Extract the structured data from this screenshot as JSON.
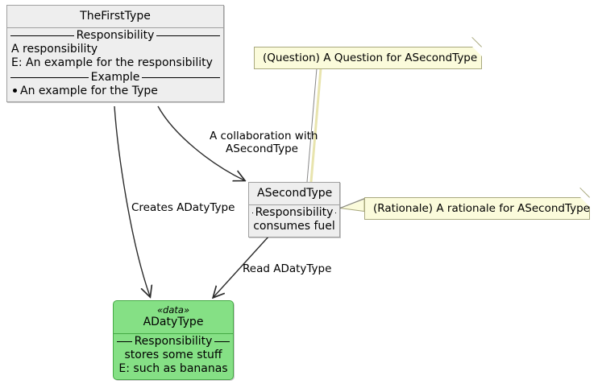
{
  "diagram": {
    "type": "uml-class-diagram",
    "background": "#FFFFFF",
    "colors": {
      "class_fill": "#EEEEEE",
      "class_border": "#A0A0A0",
      "data_class_fill": "#85E085",
      "data_class_border": "#44AA44",
      "note_fill": "#FBFBDB",
      "note_border": "#A9A97E",
      "edge": "#2B2B2B",
      "text": "#000000"
    }
  },
  "classes": [
    {
      "id": "first-type",
      "name": "TheFirstType",
      "stereotype": "",
      "sections": [
        {
          "title": "Responsibility",
          "lines": [
            {
              "text": "A responsibility",
              "bullet": false
            },
            {
              "text": "E: An example for the responsibility",
              "bullet": false
            }
          ]
        },
        {
          "title": "Example",
          "lines": [
            {
              "text": "An example for the Type",
              "bullet": true
            }
          ]
        }
      ]
    },
    {
      "id": "second-type",
      "name": "ASecondType",
      "stereotype": "",
      "sections": [
        {
          "title": "Responsibility",
          "lines": [
            {
              "text": "consumes fuel",
              "bullet": false
            }
          ]
        }
      ]
    },
    {
      "id": "daty-type",
      "name": "ADatyType",
      "stereotype": "«data»",
      "sections": [
        {
          "title": "Responsibility",
          "lines": [
            {
              "text": "stores some stuff",
              "bullet": false
            },
            {
              "text": "E: such as bananas",
              "bullet": false
            }
          ]
        }
      ]
    }
  ],
  "notes": [
    {
      "id": "question-note",
      "text": "(Question) A Question for ASecondType",
      "attached_to": "ASecondType"
    },
    {
      "id": "rationale-note",
      "text": "(Rationale) A rationale for ASecondType",
      "attached_to": "ASecondType"
    }
  ],
  "edges": [
    {
      "id": "collaboration-edge",
      "from": "TheFirstType",
      "to": "ASecondType",
      "label_line1": "A collaboration with",
      "label_line2": "ASecondType",
      "arrow": "open"
    },
    {
      "id": "creates-edge",
      "from": "TheFirstType",
      "to": "ADatyType",
      "label_line1": "Creates ADatyType",
      "label_line2": "",
      "arrow": "open"
    },
    {
      "id": "read-edge",
      "from": "ASecondType",
      "to": "ADatyType",
      "label_line1": "Read ADatyType",
      "label_line2": "",
      "arrow": "open"
    }
  ]
}
